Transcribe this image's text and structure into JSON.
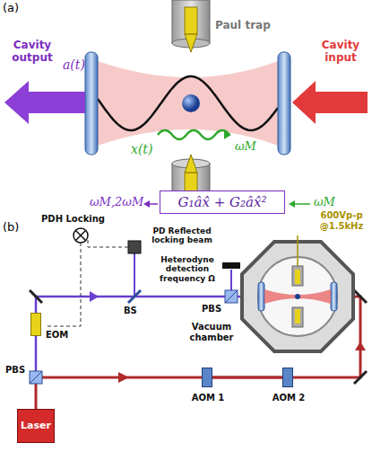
{
  "diagram": {
    "nodes": [
      {
        "text": [
          "G₁âx̂ + G₂âx̂²"
        ]
      },
      {
        "text": [
          "EOM"
        ]
      },
      {
        "text": [
          "Laser"
        ]
      },
      {
        "text": [
          "AOM 1"
        ]
      },
      {
        "text": [
          "AOM 2"
        ]
      }
    ],
    "edges": [
      {
        "from": 3,
        "to": 4,
        "arrow": "none"
      }
    ],
    "labels": [
      "(a)",
      "Paul trap",
      "Cavity output",
      "a(t)",
      "Cavity input",
      "x(t)",
      "ωM",
      "ωM,2ωM",
      "ωM",
      "(b)",
      "PDH Locking",
      "PD Reflected locking beam",
      "Heterodyne detection frequency Ω",
      "BS",
      "PBS",
      "PBS",
      "Vacuum chamber",
      "600Vp-p @1.5kHz"
    ]
  }
}
